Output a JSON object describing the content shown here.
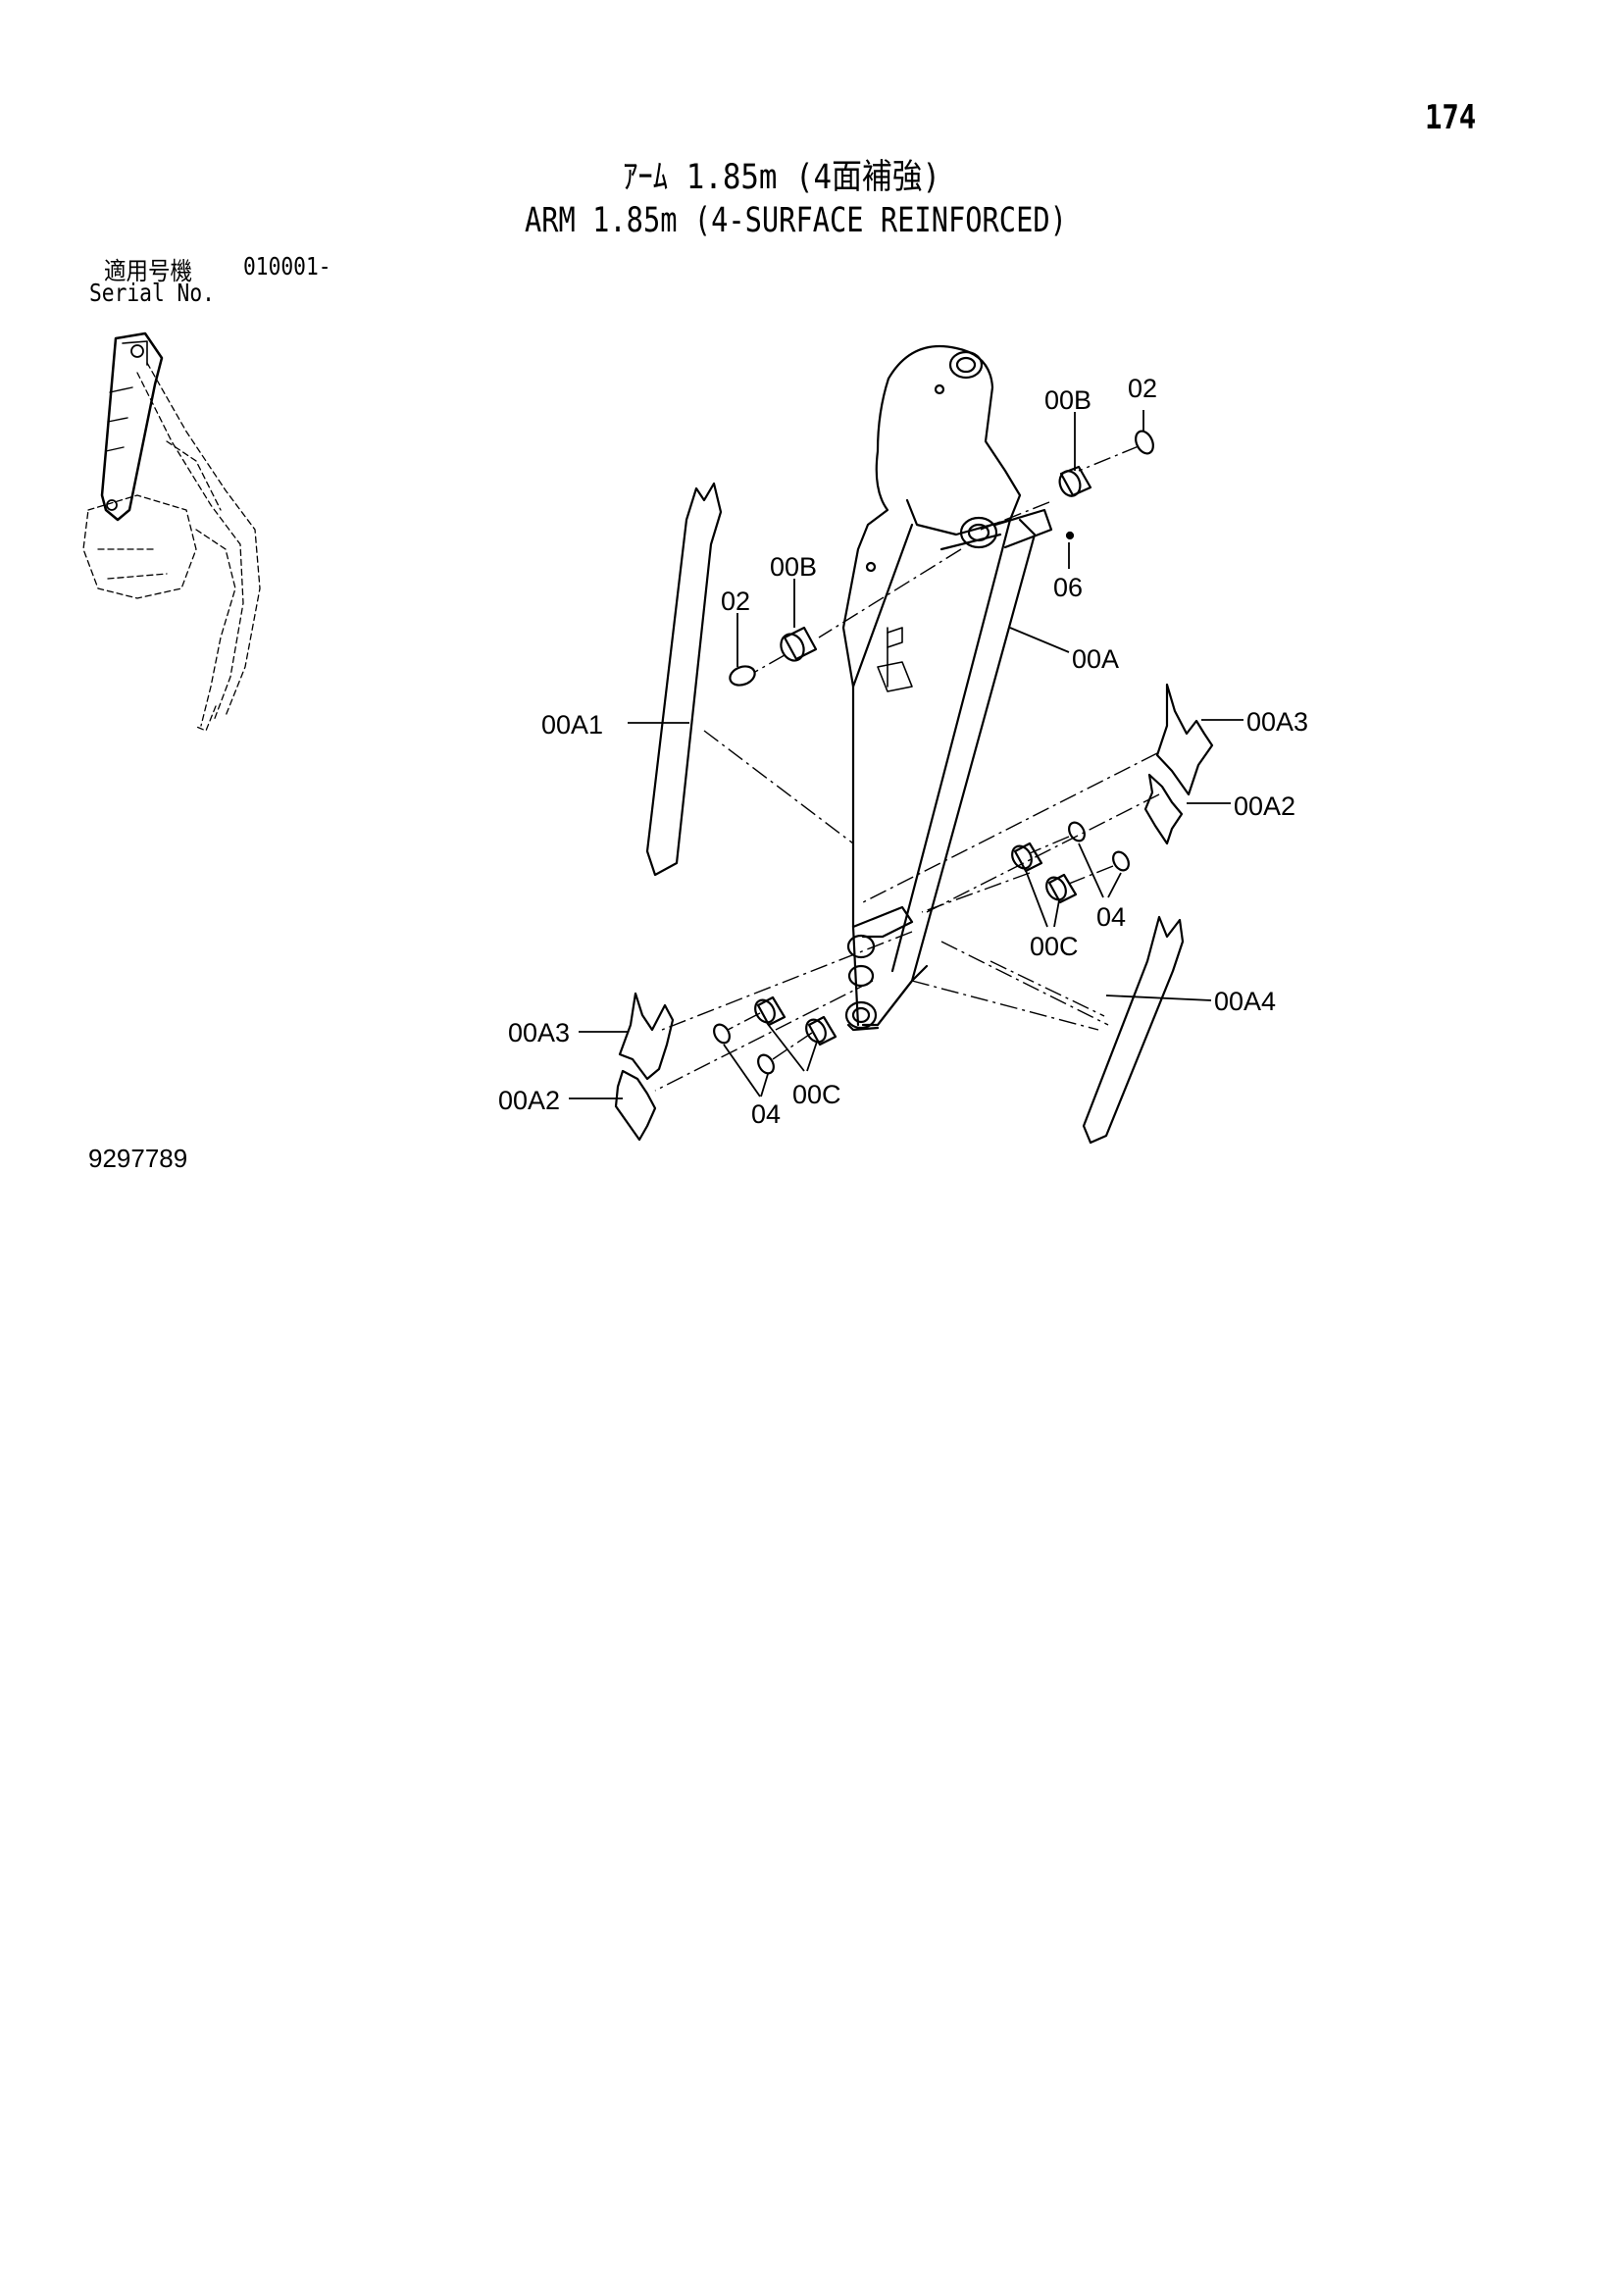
{
  "page_number": "174",
  "title_jp": "ｱｰﾑ 1.85m (4面補強)",
  "title_en": "ARM 1.85m (4-SURFACE REINFORCED)",
  "serial_label_jp": "適用号機",
  "serial_range": "010001-",
  "serial_label_en": "Serial No.",
  "drawing_number": "9297789",
  "callouts": {
    "c00B_top": "00B",
    "c02_top": "02",
    "c06": "06",
    "c00B_left": "00B",
    "c02_left": "02",
    "c00A": "00A",
    "c00A1": "00A1",
    "c00A3_right": "00A3",
    "c00A2_right": "00A2",
    "c04_right": "04",
    "c00C_right": "00C",
    "c00A4": "00A4",
    "c00A3_left": "00A3",
    "c00A2_left": "00A2",
    "c04_left": "04",
    "c00C_left": "00C"
  }
}
